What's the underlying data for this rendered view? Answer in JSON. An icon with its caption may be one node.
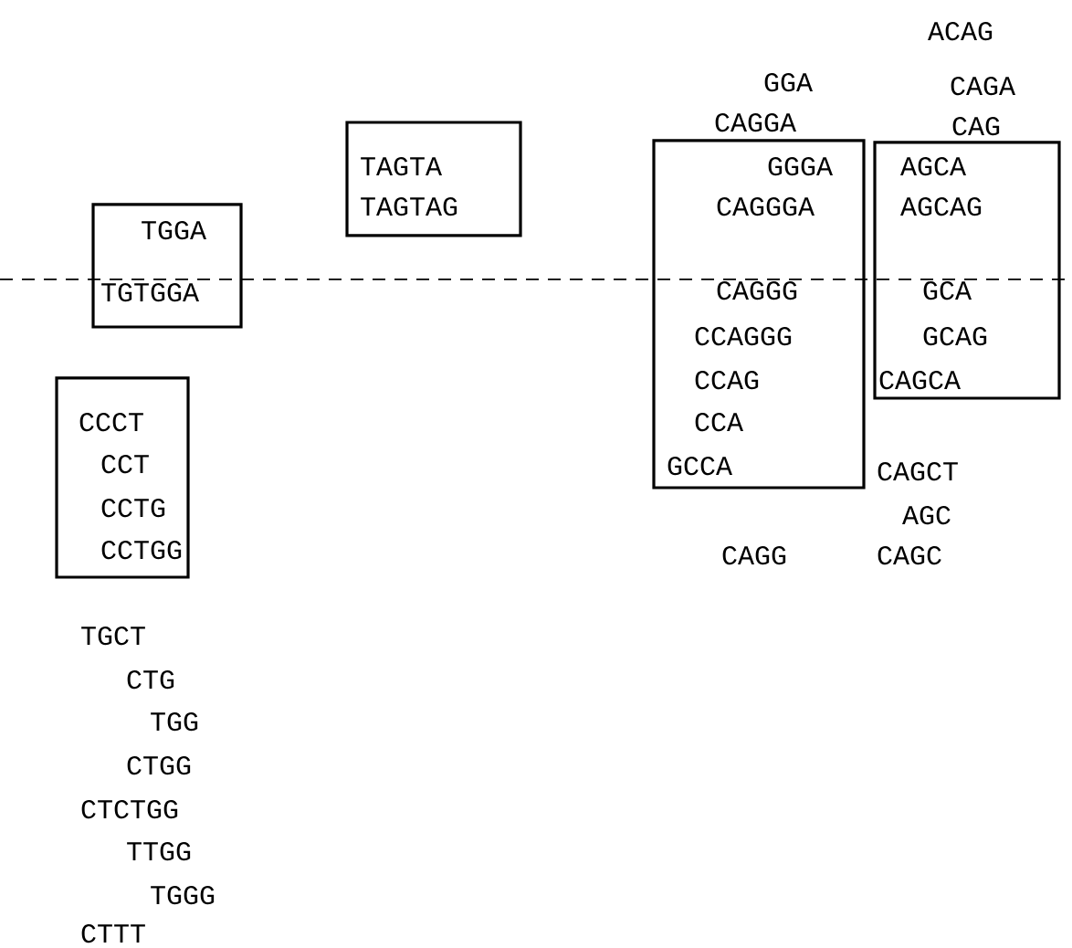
{
  "diagram": {
    "nodes": [
      {
        "text": [
          "TGGA",
          "TGTGGA"
        ]
      },
      {
        "text": [
          "TAGTA",
          "TAGTAG"
        ]
      },
      {
        "text": [
          "GGGA",
          "CAGGGA",
          "CAGGG",
          "CCAGGG",
          "CCAG",
          "CCA",
          "GCCA"
        ]
      },
      {
        "text": [
          "AGCA",
          "AGCAG",
          "GCA",
          "GCAG",
          "CAGCA"
        ]
      },
      {
        "text": [
          "CCCT",
          "CCT",
          "CCTG",
          "CCTGG"
        ]
      }
    ],
    "labels": [
      "ACAG",
      "GGA",
      "CAGA",
      "CAGGA",
      "CAG",
      "CAGCT",
      "AGC",
      "CAGG",
      "CAGC",
      "TGCT",
      "CTG",
      "TGG",
      "CTGG",
      "CTCTGG",
      "TTGG",
      "TGGG",
      "CTTT"
    ]
  }
}
